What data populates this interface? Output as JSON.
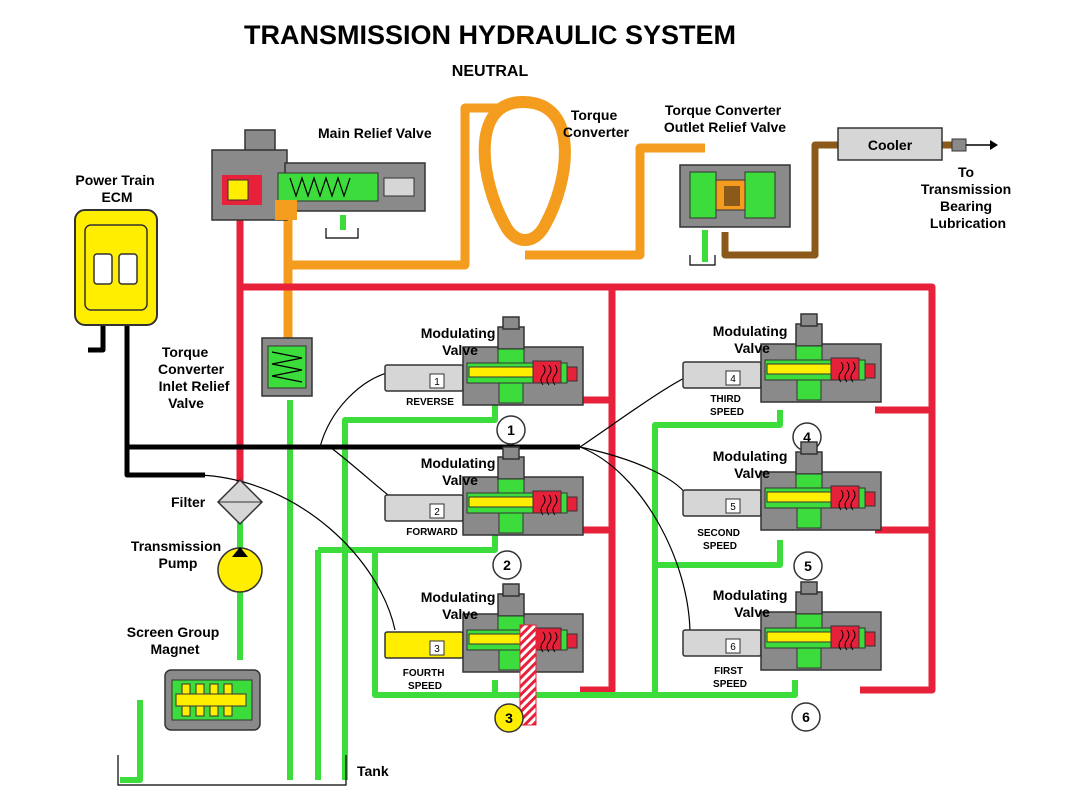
{
  "title": "TRANSMISSION HYDRAULIC SYSTEM",
  "subtitle": "NEUTRAL",
  "labels": {
    "main_relief_valve": "Main Relief Valve",
    "torque_converter": [
      "Torque",
      "Converter"
    ],
    "tc_outlet_relief": [
      "Torque Converter",
      "Outlet Relief Valve"
    ],
    "cooler": "Cooler",
    "to_lubrication": [
      "To",
      "Transmission",
      "Bearing",
      "Lubrication"
    ],
    "power_train_ecm": [
      "Power Train",
      "ECM"
    ],
    "tc_inlet_relief": [
      "Torque",
      "Converter",
      "Inlet Relief",
      "Valve"
    ],
    "filter": "Filter",
    "transmission_pump": [
      "Transmission",
      "Pump"
    ],
    "screen_group_magnet": [
      "Screen Group",
      "Magnet"
    ],
    "tank": "Tank",
    "modulating_valve": [
      "Modulating",
      "Valve"
    ]
  },
  "valves": [
    {
      "id": "1",
      "name": [
        "REVERSE"
      ],
      "circle": "1"
    },
    {
      "id": "2",
      "name": [
        "FORWARD"
      ],
      "circle": "2"
    },
    {
      "id": "3",
      "name": [
        "FOURTH",
        "SPEED"
      ],
      "circle": "3"
    },
    {
      "id": "4",
      "name": [
        "THIRD",
        "SPEED"
      ],
      "circle": "4"
    },
    {
      "id": "5",
      "name": [
        "SECOND",
        "SPEED"
      ],
      "circle": "5"
    },
    {
      "id": "6",
      "name": [
        "FIRST",
        "SPEED"
      ],
      "circle": "6"
    }
  ],
  "colors": {
    "pump_supply": "#e8213a",
    "torque_converter_oil": "#f39c1e",
    "lube_oil": "#8b5a1b",
    "drain_tank": "#3ddc3d",
    "signal_wire": "#000000",
    "ecm": "#ffee00",
    "engaged_solenoid": "#ffee00",
    "valve_body": "#8a8a8a",
    "solenoid": "#d6d6d6"
  }
}
